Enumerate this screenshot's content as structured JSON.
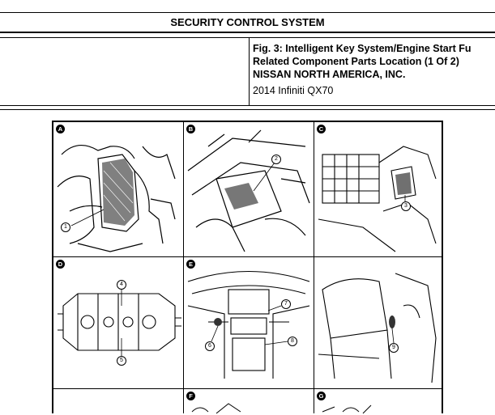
{
  "header": {
    "section_title": "SECURITY CONTROL SYSTEM"
  },
  "info": {
    "figure_title_line1": "Fig. 3: Intelligent Key System/Engine Start Fu",
    "figure_title_line2": "Related Component Parts Location (1 Of 2)",
    "publisher": "NISSAN NORTH AMERICA, INC.",
    "vehicle_model": "2014 Infiniti QX70"
  },
  "figure": {
    "panels": [
      {
        "letter": "A",
        "callouts": [
          "1"
        ]
      },
      {
        "letter": "B",
        "callouts": [
          "2"
        ]
      },
      {
        "letter": "C",
        "callouts": [
          "3"
        ]
      },
      {
        "letter": "D",
        "callouts": [
          "4",
          "5"
        ]
      },
      {
        "letter": "E",
        "callouts": [
          "6",
          "7",
          "8"
        ]
      },
      {
        "letter": "",
        "callouts": [
          "9"
        ]
      },
      {
        "letter": "",
        "callouts": []
      },
      {
        "letter": "F",
        "callouts": []
      },
      {
        "letter": "G",
        "callouts": []
      }
    ]
  }
}
